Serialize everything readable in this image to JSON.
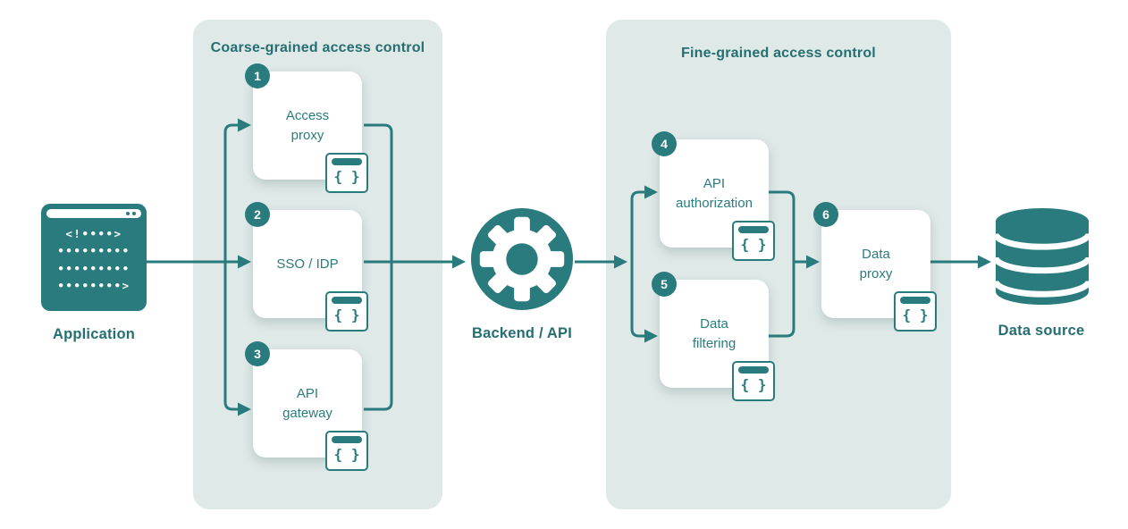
{
  "diagram": {
    "colors": {
      "teal": "#2A7B7D",
      "teal_text": "#266E71",
      "panel_bg": "#DFE9E8",
      "card_bg": "#FFFFFF"
    },
    "application": {
      "label": "Application",
      "icon": "browser-code-icon",
      "icon_rows": [
        "<!••••>",
        "•••••••••",
        "•••••••••",
        "••••••••>"
      ]
    },
    "backend": {
      "label": "Backend / API",
      "icon": "gear-icon"
    },
    "datasource": {
      "label": "Data source",
      "icon": "database-icon"
    },
    "code_icon": {
      "name": "code-window-icon",
      "glyph": "{ }"
    },
    "coarse": {
      "title": "Coarse-grained access control",
      "steps": [
        {
          "num": "1",
          "label": "Access\nproxy"
        },
        {
          "num": "2",
          "label": "SSO / IDP"
        },
        {
          "num": "3",
          "label": "API\ngateway"
        }
      ]
    },
    "fine": {
      "title": "Fine-grained access control",
      "steps": [
        {
          "num": "4",
          "label": "API\nauthorization"
        },
        {
          "num": "5",
          "label": "Data\nfiltering"
        },
        {
          "num": "6",
          "label": "Data\nproxy"
        }
      ]
    }
  }
}
